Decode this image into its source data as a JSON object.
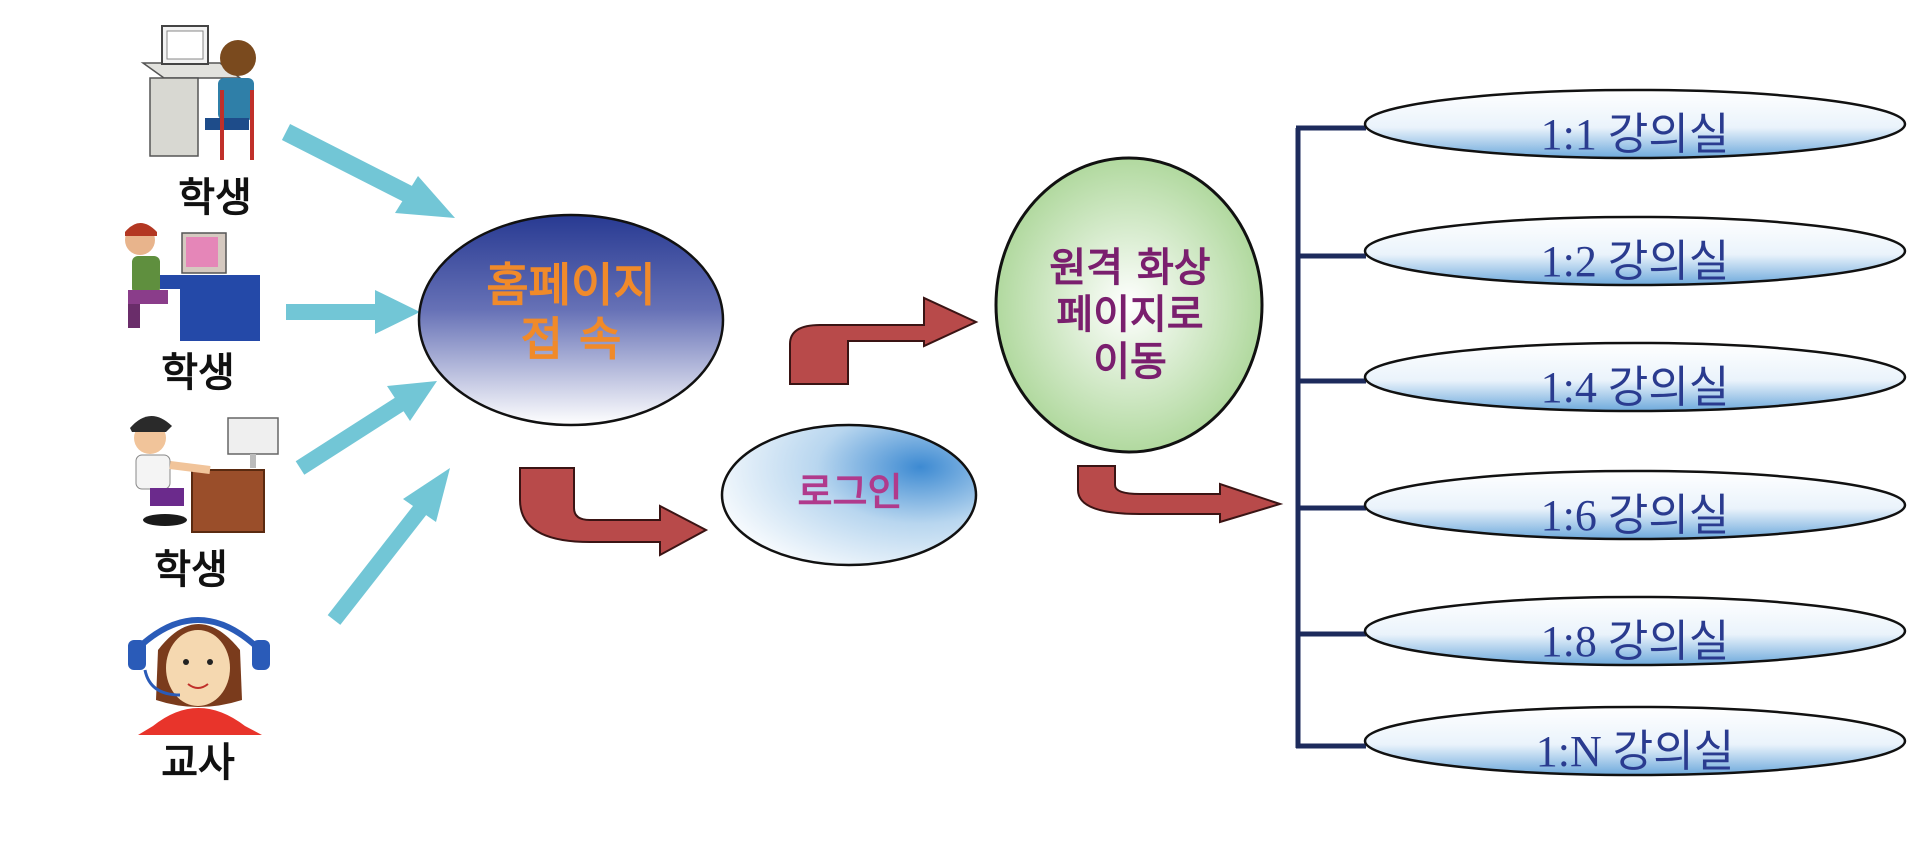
{
  "actors": [
    {
      "label": "학생",
      "icon": "student-computer-icon"
    },
    {
      "label": "학생",
      "icon": "student-computer-icon"
    },
    {
      "label": "학생",
      "icon": "student-computer-icon"
    },
    {
      "label": "교사",
      "icon": "teacher-headset-icon"
    }
  ],
  "nodes": {
    "homepage": "홈페이지\n접 속",
    "login": "로그인",
    "remote": "원격 화상\n페이지로\n이동"
  },
  "rooms": [
    "1:1 강의실",
    "1:2 강의실",
    "1:4 강의실",
    "1:6 강의실",
    "1:8 강의실",
    "1:N 강의실"
  ],
  "colors": {
    "actor_arrow": "#72c6d6",
    "flow_arrow": "#b84a4a",
    "homepage_text": "#f08a2a",
    "login_text": "#b03a8c",
    "remote_text": "#7a1f6e",
    "room_text": "#2a3b8f",
    "bracket": "#1d2b5c"
  }
}
